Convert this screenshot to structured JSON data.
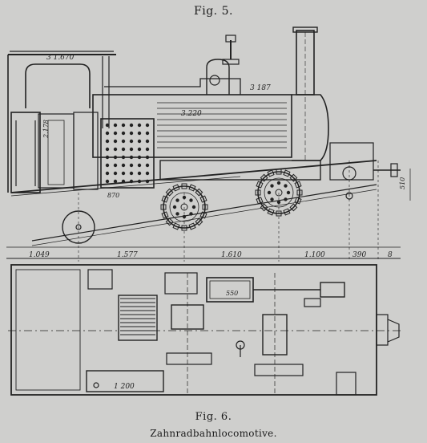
{
  "fig5": {
    "caption": "Fig. 5.",
    "dims_top": [
      "3 1.670",
      "3 187",
      "3.220",
      "2.178",
      "870",
      "510"
    ],
    "dims_bottom": [
      "1.049",
      "1.577",
      "1.610",
      "1.100",
      "390",
      "8"
    ]
  },
  "fig6": {
    "caption": "Fig. 6.",
    "dims": [
      "550",
      "1 200"
    ]
  },
  "title": "Zahnradbahnlocomotive."
}
